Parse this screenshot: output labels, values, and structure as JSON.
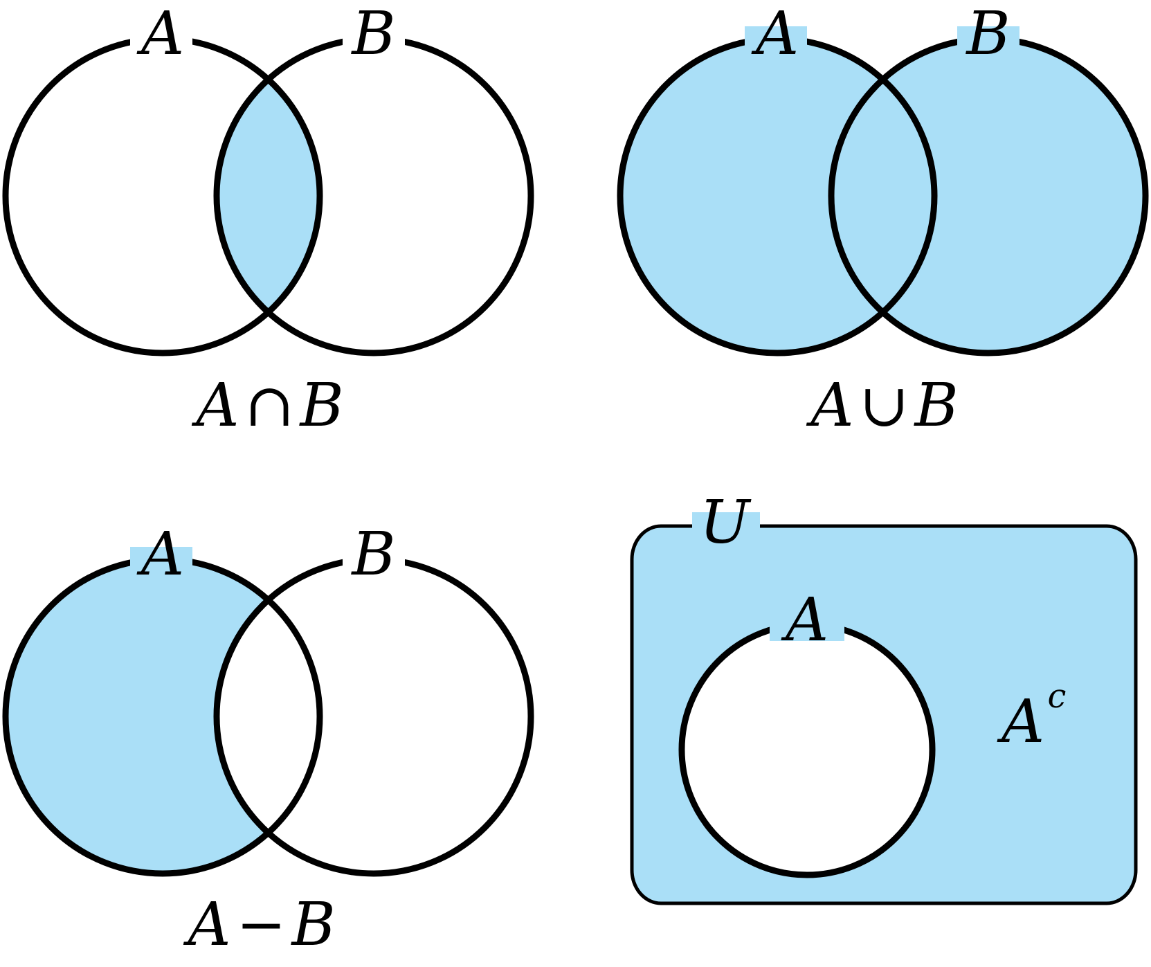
{
  "colors": {
    "fill": "#aadff7",
    "stroke": "#000000",
    "background": "#ffffff"
  },
  "panels": {
    "intersection": {
      "label_a": "A",
      "label_b": "B",
      "caption_left": "A",
      "caption_op": "∩",
      "caption_right": "B"
    },
    "union": {
      "label_a": "A",
      "label_b": "B",
      "caption_left": "A",
      "caption_op": "∪",
      "caption_right": "B"
    },
    "difference": {
      "label_a": "A",
      "label_b": "B",
      "caption_left": "A",
      "caption_op": "−",
      "caption_right": "B"
    },
    "complement": {
      "universe_label": "U",
      "set_label": "A",
      "complement_base": "A",
      "complement_sup": "c"
    }
  }
}
